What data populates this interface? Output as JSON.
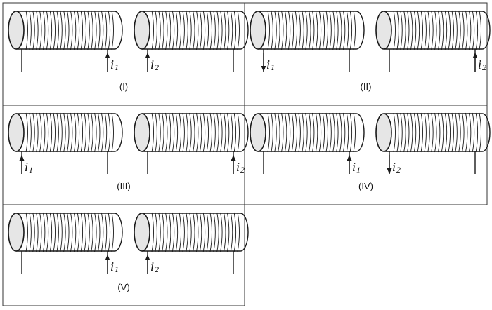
{
  "panels": [
    {
      "label": "(I)",
      "coils": [
        {
          "side": "left",
          "lead": "right",
          "direction": "up",
          "current_symbol": "i",
          "current_index": "1"
        },
        {
          "side": "right",
          "lead": "left",
          "direction": "up",
          "current_symbol": "i",
          "current_index": "2"
        }
      ]
    },
    {
      "label": "(II)",
      "coils": [
        {
          "side": "left",
          "lead": "left",
          "direction": "down",
          "current_symbol": "i",
          "current_index": "1"
        },
        {
          "side": "right",
          "lead": "right",
          "direction": "up",
          "current_symbol": "i",
          "current_index": "2"
        }
      ]
    },
    {
      "label": "(III)",
      "coils": [
        {
          "side": "left",
          "lead": "left",
          "direction": "up",
          "current_symbol": "i",
          "current_index": "1"
        },
        {
          "side": "right",
          "lead": "right",
          "direction": "up",
          "current_symbol": "i",
          "current_index": "2"
        }
      ]
    },
    {
      "label": "(IV)",
      "coils": [
        {
          "side": "left",
          "lead": "right",
          "direction": "up",
          "current_symbol": "i",
          "current_index": "1"
        },
        {
          "side": "right",
          "lead": "left",
          "direction": "down",
          "current_symbol": "i",
          "current_index": "2"
        }
      ]
    },
    {
      "label": "(V)",
      "coils": [
        {
          "side": "left",
          "lead": "right",
          "direction": "up",
          "current_symbol": "i",
          "current_index": "1"
        },
        {
          "side": "right",
          "lead": "left",
          "direction": "up",
          "current_symbol": "i",
          "current_index": "2"
        }
      ]
    }
  ],
  "colors": {
    "ink": "#1a1a1a",
    "end_cap_fill": "#e6e6e6",
    "border": "#333333"
  }
}
